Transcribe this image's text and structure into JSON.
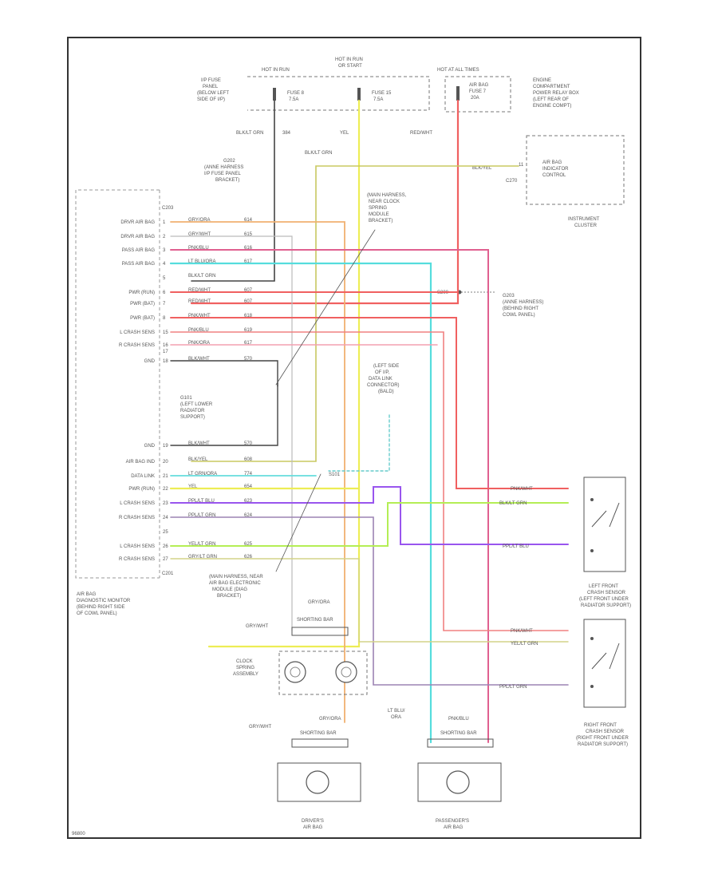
{
  "power": {
    "hot_run": "HOT IN RUN",
    "hot_run_start": [
      "HOT IN RUN",
      "OR START"
    ],
    "hot_all": "HOT AT ALL TIMES",
    "fuse8": [
      "FUSE 8",
      "7.5A"
    ],
    "fuse15": [
      "FUSE 15",
      "7.5A"
    ],
    "fuse7": [
      "AIR BAG",
      "FUSE 7",
      "20A"
    ],
    "ip_fuse_panel": [
      "I/P FUSE",
      "PANEL",
      "(BELOW LEFT",
      "SIDE OF I/P)"
    ],
    "engine_panel": [
      "ENGINE",
      "COMPARTMENT",
      "POWER RELAY BOX",
      "(LEFT REAR OF",
      "ENGINE COMPT)"
    ]
  },
  "wires_top": {
    "blk_grn": "BLK/LT GRN",
    "c384": "384",
    "yel": "YEL",
    "red_wht": "RED/WHT",
    "blk_grn2": "BLK/LT GRN",
    "blk_yel": "BLK/YEL"
  },
  "grounds": {
    "g202": [
      "G202",
      "(ANNE HARNESS",
      "I/P FUSE PANEL",
      "BRACKET)"
    ],
    "g203": [
      "G203",
      "(ANNE HARNESS)",
      "(BEHIND RIGHT",
      "COWL PANEL)"
    ],
    "g101": [
      "G101",
      "(LEFT LOWER",
      "RADIATOR",
      "SUPPORT)"
    ],
    "splice_main": [
      "(MAIN HARNESS,",
      "NEAR CLOCK",
      "SPRING",
      "MODULE",
      "BRACKET)"
    ],
    "splice_bottom": [
      "(MAIN HARNESS, NEAR",
      "AIR BAG ELECTRONIC",
      "MODULE (DIAG",
      "BRACKET)"
    ],
    "s200": "S200",
    "s101": "S101"
  },
  "cluster": {
    "lines": [
      "AIR BAG",
      "INDICATOR",
      "CONTROL"
    ],
    "label": [
      "INSTRUMENT",
      "CLUSTER"
    ],
    "c270": "C270",
    "pin": "11"
  },
  "diag_connector": [
    "(LEFT SIDE",
    "OF I/P,",
    "DATA LINK",
    "CONNECTOR)",
    "(BALD)"
  ],
  "module": {
    "title": [
      "AIR BAG",
      "DIAGNOSTIC MONITOR",
      "(BEHIND RIGHT SIDE",
      "OF COWL PANEL)"
    ],
    "c203": "C203",
    "c201": "C201",
    "rows": [
      {
        "pin": "1",
        "name": "DRVR AIR BAG",
        "wire": "GRY/ORA",
        "circ": "614"
      },
      {
        "pin": "2",
        "name": "DRVR AIR BAG",
        "wire": "GRY/WHT",
        "circ": "615"
      },
      {
        "pin": "3",
        "name": "PASS AIR BAG",
        "wire": "PNK/BLU",
        "circ": "616"
      },
      {
        "pin": "4",
        "name": "PASS AIR BAG",
        "wire": "LT BLU/ORA",
        "circ": "617"
      },
      {
        "pin": "5",
        "name": "",
        "wire": "BLK/LT GRN",
        "circ": ""
      },
      {
        "pin": "6",
        "name": "PWR (RUN)",
        "wire": "RED/WHT",
        "circ": "607"
      },
      {
        "pin": "7",
        "name": "PWR (BAT)",
        "wire": "RED/WHT",
        "circ": "607"
      },
      {
        "pin": "8",
        "name": "PWR (BAT)",
        "wire": "PNK/WHT",
        "circ": "618"
      },
      {
        "pin": "15",
        "name": "L CRASH SENS",
        "wire": "PNK/BLU",
        "circ": "619"
      },
      {
        "pin": "16",
        "name": "R CRASH SENS",
        "wire": "PNK/ORA",
        "circ": "617"
      },
      {
        "pin": "17",
        "name": "",
        "wire": "",
        "circ": ""
      },
      {
        "pin": "18",
        "name": "GND",
        "wire": "BLK/WHT",
        "circ": "570"
      },
      {
        "pin": "19",
        "name": "GND",
        "wire": "BLK/WHT",
        "circ": "570"
      },
      {
        "pin": "20",
        "name": "AIR BAG IND",
        "wire": "BLK/YEL",
        "circ": "608"
      },
      {
        "pin": "21",
        "name": "DATA LINK",
        "wire": "LT GRN/ORA",
        "circ": "774"
      },
      {
        "pin": "22",
        "name": "PWR (RUN)",
        "wire": "YEL",
        "circ": "654"
      },
      {
        "pin": "23",
        "name": "L CRASH SENS",
        "wire": "PPL/LT BLU",
        "circ": "623"
      },
      {
        "pin": "24",
        "name": "R CRASH SENS",
        "wire": "PPL/LT GRN",
        "circ": "624"
      },
      {
        "pin": "25",
        "name": "",
        "wire": "",
        "circ": ""
      },
      {
        "pin": "26",
        "name": "L CRASH SENS",
        "wire": "YEL/LT GRN",
        "circ": "625"
      },
      {
        "pin": "27",
        "name": "R CRASH SENS",
        "wire": "GRY/LT GRN",
        "circ": "626"
      }
    ],
    "c_pin": "C203",
    "c_pin2": "C201"
  },
  "sensors": {
    "left": [
      "LEFT FRONT",
      "CRASH SENSOR",
      "(LEFT FRONT UNDER",
      "RADIATOR SUPPORT)"
    ],
    "right": [
      "RIGHT FRONT",
      "CRASH SENSOR",
      "(RIGHT FRONT UNDER",
      "RADIATOR SUPPORT)"
    ],
    "left_wires": [
      "PNK/WHT",
      "BLK/LT GRN",
      "PPL/LT BLU"
    ],
    "right_wires": [
      "PNK/WHT",
      "YEL/LT GRN",
      "PPL/LT GRN"
    ]
  },
  "clock_spring": {
    "label": [
      "CLOCK",
      "SPRING",
      "ASSEMBLY"
    ],
    "shorting_bar": "SHORTING BAR",
    "gry_ora": "GRY/ORA",
    "gry_wht": "GRY/WHT"
  },
  "airbags": {
    "driver": [
      "DRIVER'S",
      "AIR BAG"
    ],
    "passenger": [
      "PASSENGER'S",
      "AIR BAG"
    ],
    "shorting_bar": "SHORTING BAR",
    "gry_ora": "GRY/ORA",
    "gry_wht": "GRY/WHT",
    "pnk_blu": "PNK/BLU",
    "lt_blu_ora": [
      "LT BLU/",
      "ORA"
    ]
  },
  "footer": "96800"
}
